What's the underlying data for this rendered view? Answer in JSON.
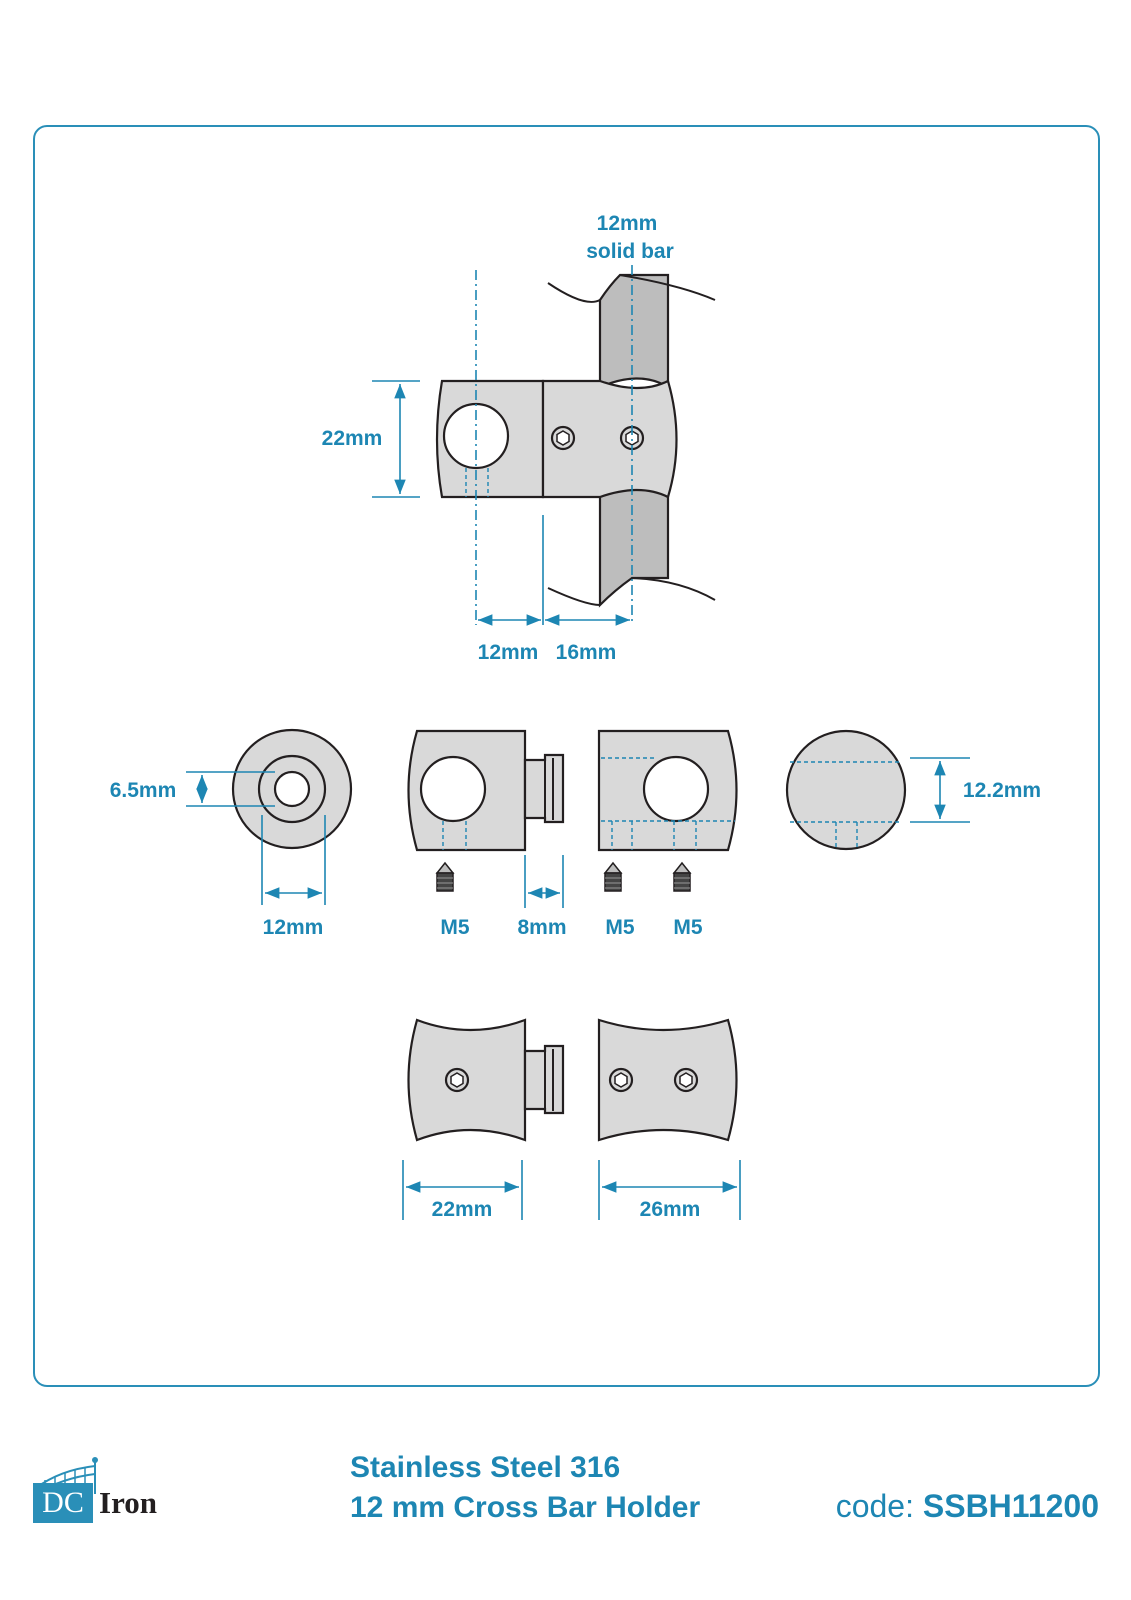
{
  "drawing": {
    "top_view": {
      "bar_label_line1": "12mm",
      "bar_label_line2": "solid bar",
      "height_dim": "22mm",
      "offset_dim_left": "12mm",
      "offset_dim_right": "16mm"
    },
    "side_views": {
      "bore_dim": "6.5mm",
      "outer_dim": "12mm",
      "screw_left": "M5",
      "spigot_dim": "8mm",
      "screw_mid": "M5",
      "screw_right": "M5",
      "end_dim": "12.2mm"
    },
    "front_views": {
      "left_width": "22mm",
      "right_width": "26mm"
    }
  },
  "footer": {
    "title_line1": "Stainless Steel 316",
    "title_line2": "12 mm Cross Bar Holder",
    "code_label": "code:",
    "code_value": "SSBH11200"
  },
  "logo": {
    "dc": "DC",
    "iron": "Iron"
  },
  "colors": {
    "accent": "#1d86b3",
    "part_fill": "#d9d9d9",
    "outline": "#231f20"
  }
}
